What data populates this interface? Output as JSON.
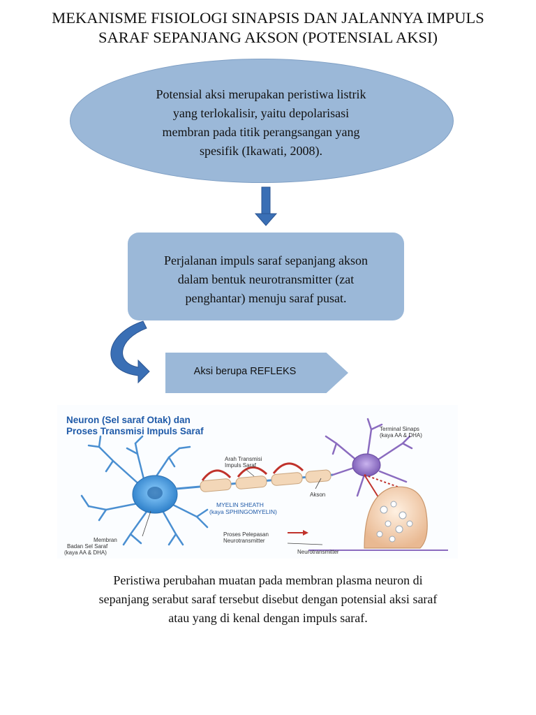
{
  "title": {
    "line1": "MEKANISME FISIOLOGI SINAPSIS DAN JALANNYA IMPULS",
    "line2": "SARAF SEPANJANG AKSON (POTENSIAL AKSI)"
  },
  "definition": {
    "lines": [
      "Potensial aksi merupakan peristiwa listrik",
      "yang terlokalisir, yaitu depolarisasi",
      "membran pada titik perangsangan yang",
      "spesifik (Ikawati, 2008)."
    ]
  },
  "process": {
    "lines": [
      "Perjalanan impuls saraf sepanjang akson",
      "dalam bentuk neurotransmitter (zat",
      "penghantar) menuju saraf pusat."
    ]
  },
  "reflex": {
    "label": "Aksi berupa REFLEKS"
  },
  "diagram": {
    "title_line1": "Neuron (Sel saraf Otak) dan",
    "title_line2": "Proses  Transmisi Impuls Saraf",
    "terminal_line1": "Terminal Sinaps",
    "terminal_line2": "(kaya AA & DHA)",
    "arah_line1": "Arah Transmisi",
    "arah_line2": "Impuls Saraf",
    "akson": "Akson",
    "myelin_line1": "MYELIN SHEATH",
    "myelin_line2": "(kaya SPHINGOMYELIN)",
    "proses_line1": "Proses Pelepasan",
    "proses_line2": "Neurotransmitter",
    "membran_line1": "Membran",
    "membran_line2": "Badan Sel Saraf",
    "membran_line3": "(kaya AA & DHA)",
    "neurotransmitter": "Neurotransmitter"
  },
  "caption": {
    "lines": [
      "Peristiwa perubahan muatan pada membran plasma neuron di",
      "sepanjang serabut saraf tersebut disebut dengan potensial aksi saraf",
      "atau yang di kenal dengan impuls saraf."
    ]
  },
  "colors": {
    "shape_fill": "#9bb8d8",
    "arrow_blue": "#3a6fb5",
    "diagram_title": "#1f5aa8",
    "soma_blue": "#3d8fd6",
    "neuron_purple": "#8a6bbf",
    "myelin": "#f3d7b8",
    "synapse_red": "#c0322b"
  },
  "icons": [
    "down-arrow-icon",
    "curved-arrow-icon"
  ]
}
